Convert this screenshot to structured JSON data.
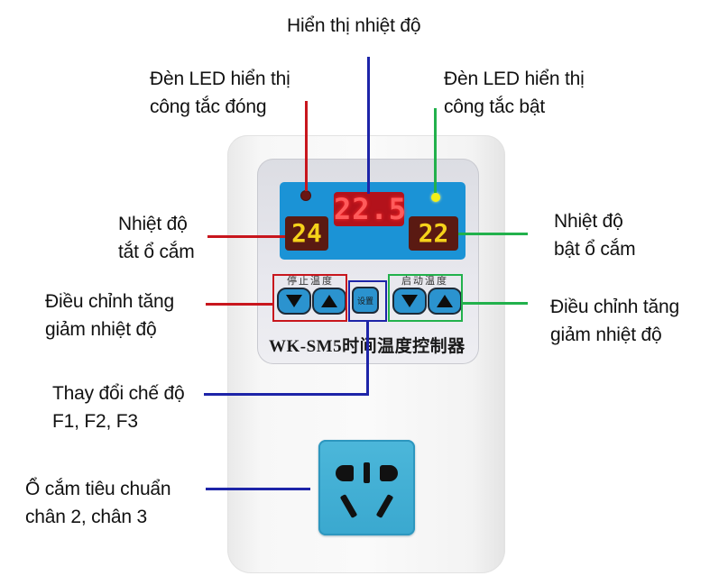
{
  "labels": {
    "top_center": "Hiển thị nhiệt độ",
    "led_off": [
      "Đèn LED hiển thị",
      "công tắc đóng"
    ],
    "led_on": [
      "Đèn LED hiển thị",
      "công tắc bật"
    ],
    "temp_off": [
      "Nhiệt độ",
      "tắt ổ cắm"
    ],
    "temp_on": [
      "Nhiệt độ",
      "bật ổ cắm"
    ],
    "adjust_left": [
      "Điều chỉnh tăng",
      "giảm nhiệt độ"
    ],
    "adjust_right": [
      "Điều chỉnh tăng",
      "giảm nhiệt độ"
    ],
    "mode": [
      "Thay đổi chế độ",
      "F1, F2, F3"
    ],
    "socket": [
      "Ổ cắm tiêu chuẩn",
      "chân 2, chân 3"
    ]
  },
  "device": {
    "display_main": "22.5",
    "display_off_temp": "24",
    "display_on_temp": "22",
    "stop_temp_label": "停止温度",
    "start_temp_label": "启动温度",
    "set_button_label": "设置",
    "model": "WK-SM5时间温度控制器",
    "led_off_state": "off",
    "led_on_state": "on"
  },
  "colors": {
    "red": "#c8161d",
    "blue": "#1d24a8",
    "green": "#22b14c",
    "lcd_blue": "#1b93d6",
    "socket_blue": "#3aa8cf"
  }
}
